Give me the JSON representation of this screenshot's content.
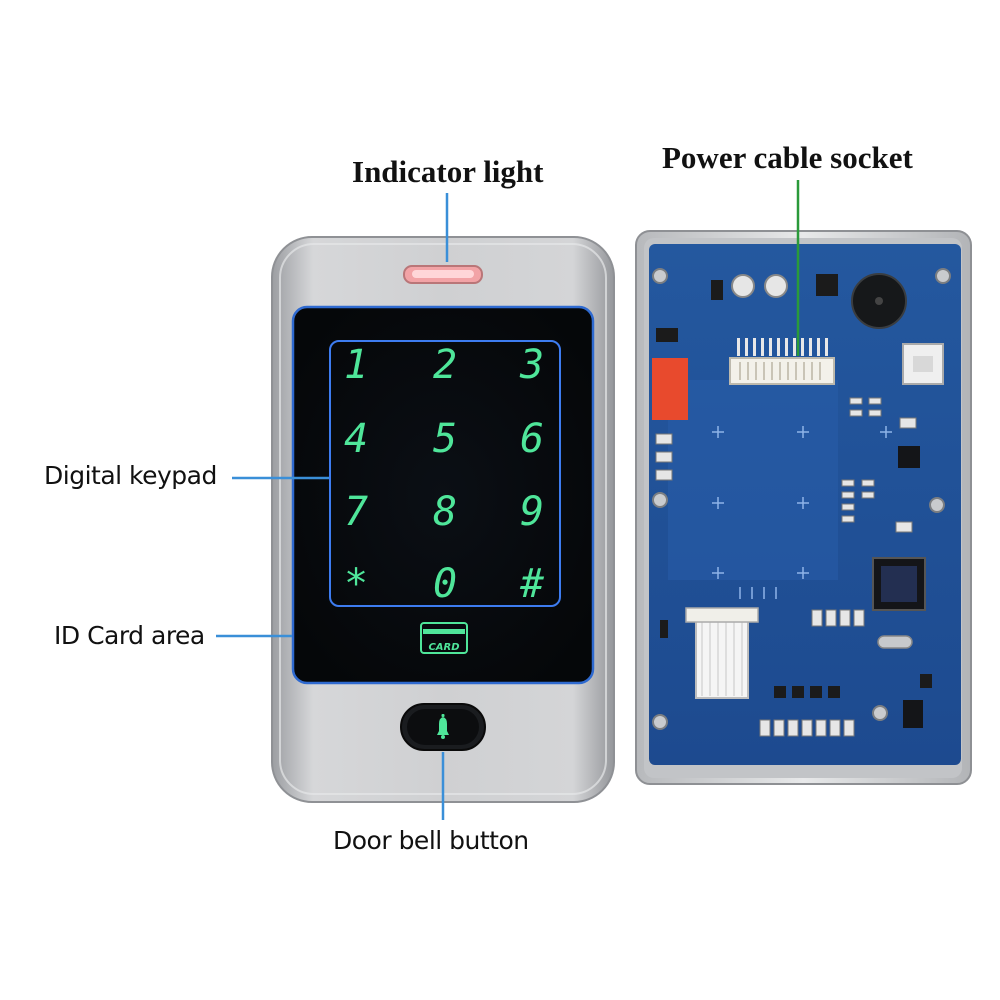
{
  "labels": {
    "indicator_light": "Indicator light",
    "power_cable_socket": "Power cable socket",
    "digital_keypad": "Digital keypad",
    "id_card_area": "ID Card area",
    "door_bell_button": "Door bell button"
  },
  "keypad": {
    "keys": [
      "1",
      "2",
      "3",
      "4",
      "5",
      "6",
      "7",
      "8",
      "9",
      "*",
      "0",
      "#"
    ],
    "card_text": "CARD"
  },
  "colors": {
    "label_line": "#3a8fd8",
    "power_line": "#2a9a3a",
    "key_glow": "#4fe69a",
    "pcb": "#1f4f9a",
    "housing": "#c9cacc"
  }
}
